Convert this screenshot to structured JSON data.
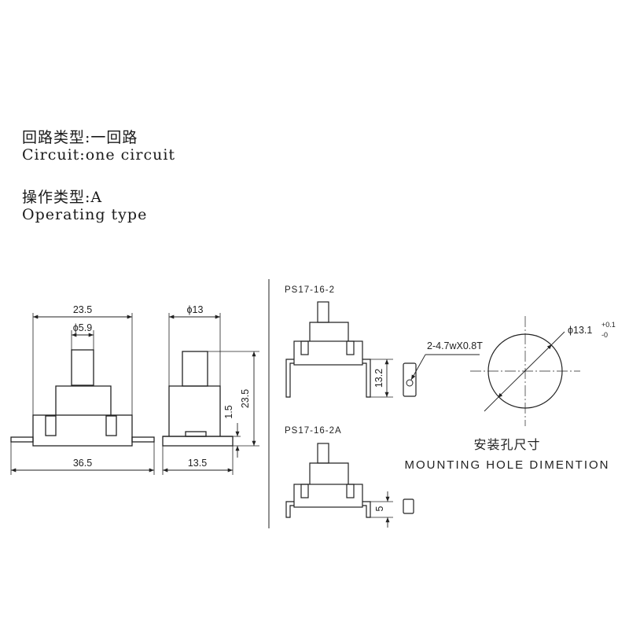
{
  "header": {
    "circuit_type_cn": "回路类型:一回路",
    "circuit_type_en": "Circuit:one circuit",
    "operating_type_cn": "操作类型:A",
    "operating_type_en": "Operating type"
  },
  "front_view": {
    "top_width": "23.5",
    "plunger_diameter": "ϕ5.9",
    "base_width": "36.5"
  },
  "side_view": {
    "diameter": "ϕ13",
    "base_width": "13.5",
    "tab_height": "1.5",
    "total_height": "23.5"
  },
  "variant_1": {
    "model": "PS17-16-2",
    "terminal_height": "13.2",
    "terminal_spec": "2-4.7wX0.8T"
  },
  "variant_2": {
    "model": "PS17-16-2A",
    "terminal_height": "5"
  },
  "mounting_hole": {
    "diameter": "ϕ13.1",
    "tol_plus": "+0.1",
    "tol_minus": "-0",
    "title_cn": "安装孔尺寸",
    "title_en": "MOUNTING HOLE DIMENTION"
  }
}
